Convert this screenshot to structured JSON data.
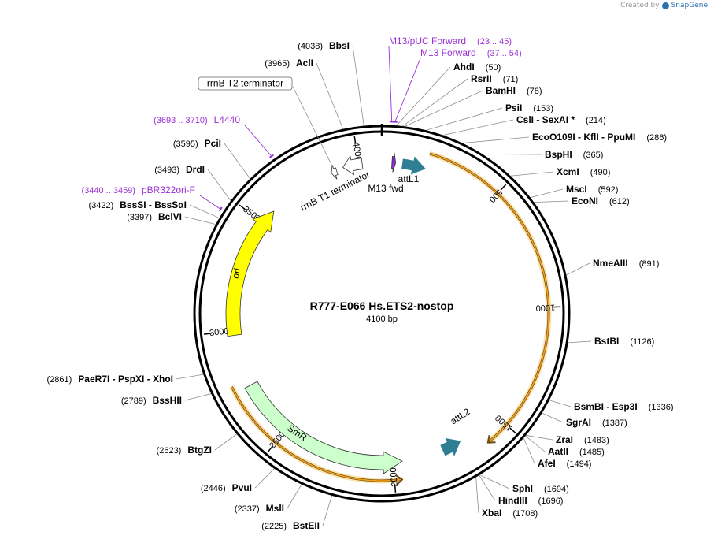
{
  "branding": {
    "created_by": "Created by",
    "app": "SnapGene",
    "logo_icon": "snapgene-logo-icon"
  },
  "plasmid": {
    "name": "R777-E066 Hs.ETS2-nostop",
    "length_label": "4100 bp",
    "length": 4100
  },
  "ticks": [
    "500",
    "1000",
    "1500",
    "2000",
    "2500",
    "3000",
    "3500",
    "4000"
  ],
  "features": [
    {
      "name": "attL1",
      "kind": "arrow",
      "color": "#2f7f94",
      "start": 90,
      "end": 190,
      "direction": "cw"
    },
    {
      "name": "M13 fwd",
      "kind": "arrow",
      "color": "#8d2bd6",
      "start": 44,
      "end": 60,
      "direction": "cw"
    },
    {
      "name": "rrnB T1 terminator",
      "kind": "arrow",
      "color": "#ffffff",
      "start": 3930,
      "end": 4015,
      "direction": "ccw"
    },
    {
      "name": "rrnB T2 terminator",
      "kind": "arrow",
      "color": "#ffffff",
      "start": 3875,
      "end": 3900,
      "direction": "ccw"
    },
    {
      "name": "ori",
      "kind": "arrow",
      "color": "#ffff00",
      "start": 2980,
      "end": 3570,
      "direction": "cw"
    },
    {
      "name": "SmR",
      "kind": "arrow",
      "color": "#ccffcc",
      "start": 1960,
      "end": 2750,
      "direction": "ccw"
    },
    {
      "name": "attL2",
      "kind": "arrow",
      "color": "#2f7f94",
      "start": 1690,
      "end": 1775,
      "direction": "ccw"
    },
    {
      "name": "Hs.ETS2 ORF",
      "kind": "orf",
      "color": "#f0a21e",
      "start": 190,
      "end": 1600,
      "direction": "cw"
    },
    {
      "name": "SmR ORF",
      "kind": "orf",
      "color": "#f0a21e",
      "start": 1970,
      "end": 2780,
      "direction": "ccw"
    }
  ],
  "primers": [
    {
      "name": "M13/pUC Forward",
      "range": "(23 .. 45)",
      "pos": 34
    },
    {
      "name": "M13 Forward",
      "range": "(37 .. 54)",
      "pos": 45
    },
    {
      "name": "L4440",
      "range": "(3693 .. 3710)",
      "pos": 3701
    },
    {
      "name": "pBR322ori-F",
      "range": "(3440 .. 3459)",
      "pos": 3450
    }
  ],
  "sites": [
    {
      "name": "AhdI",
      "pos": 50,
      "label": "(50)"
    },
    {
      "name": "RsrII",
      "pos": 71,
      "label": "(71)"
    },
    {
      "name": "BamHI",
      "pos": 78,
      "label": "(78)"
    },
    {
      "name": "PsiI",
      "pos": 153,
      "label": "(153)"
    },
    {
      "name": "CslI  - SexAI *",
      "pos": 214,
      "label": "(214)"
    },
    {
      "name": "EcoO109I  - KflI  - PpuMI",
      "pos": 286,
      "label": "(286)"
    },
    {
      "name": "BspHI",
      "pos": 365,
      "label": "(365)"
    },
    {
      "name": "XcmI",
      "pos": 490,
      "label": "(490)"
    },
    {
      "name": "MscI",
      "pos": 592,
      "label": "(592)"
    },
    {
      "name": "EcoNI",
      "pos": 612,
      "label": "(612)"
    },
    {
      "name": "NmeAIII",
      "pos": 891,
      "label": "(891)"
    },
    {
      "name": "BstBI",
      "pos": 1126,
      "label": "(1126)"
    },
    {
      "name": "BsmBI  - Esp3I",
      "pos": 1336,
      "label": "(1336)"
    },
    {
      "name": "SgrAI",
      "pos": 1387,
      "label": "(1387)"
    },
    {
      "name": "ZraI",
      "pos": 1483,
      "label": "(1483)"
    },
    {
      "name": "AatII",
      "pos": 1485,
      "label": "(1485)"
    },
    {
      "name": "AfeI",
      "pos": 1494,
      "label": "(1494)"
    },
    {
      "name": "SphI",
      "pos": 1694,
      "label": "(1694)"
    },
    {
      "name": "HindIII",
      "pos": 1696,
      "label": "(1696)"
    },
    {
      "name": "XbaI",
      "pos": 1708,
      "label": "(1708)"
    },
    {
      "name": "BstEII",
      "pos": 2225,
      "label": "(2225)"
    },
    {
      "name": "MslI",
      "pos": 2337,
      "label": "(2337)"
    },
    {
      "name": "PvuI",
      "pos": 2446,
      "label": "(2446)"
    },
    {
      "name": "BtgZI",
      "pos": 2623,
      "label": "(2623)"
    },
    {
      "name": "BssHII",
      "pos": 2789,
      "label": "(2789)"
    },
    {
      "name": "PaeR7I  - PspXI  - XhoI",
      "pos": 2861,
      "label": "(2861)"
    },
    {
      "name": "BclVI",
      "pos": 3397,
      "label": "(3397)"
    },
    {
      "name": "BssSI  - BssSαI",
      "pos": 3422,
      "label": "(3422)"
    },
    {
      "name": "DrdI",
      "pos": 3493,
      "label": "(3493)"
    },
    {
      "name": "PciI",
      "pos": 3595,
      "label": "(3595)"
    },
    {
      "name": "AclI",
      "pos": 3965,
      "label": "(3965)"
    },
    {
      "name": "BbsI",
      "pos": 4038,
      "label": "(4038)"
    }
  ],
  "colors": {
    "backbone": "#000000",
    "primer": "#9b30d6",
    "site_line": "#8c8c8c",
    "orf": "#f0a21e",
    "orf_glow": "#fde3b0"
  }
}
